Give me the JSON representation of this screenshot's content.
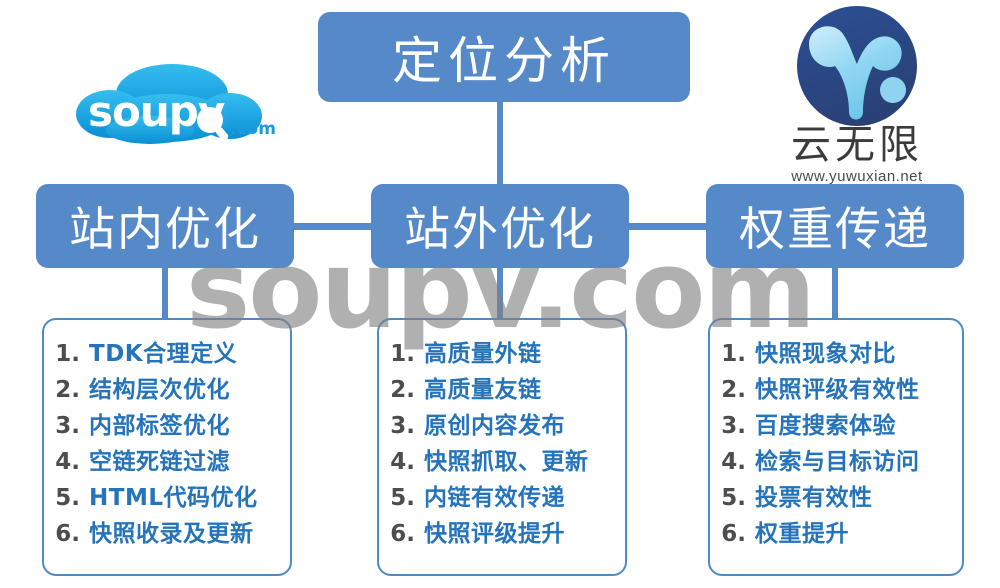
{
  "page": {
    "watermark_text": "soupv.com",
    "background_color": "#ffffff",
    "accent_blue": "#5589c8",
    "list_text_blue": "#2574bb",
    "list_number_gray": "#4d4d4d"
  },
  "logos": {
    "left": {
      "name": "soupv-cloud-logo",
      "wordmark": "soupv",
      "suffix": ".com",
      "icon": "magnifier-icon",
      "shape": "cloud",
      "color": "#29a8e0"
    },
    "right": {
      "name": "yuwuxian-logo",
      "mark": "y-circle-icon",
      "title": "云无限",
      "url": "www.yuwuxian.net",
      "circle_color": "#2e4f8e",
      "y_color": "#9fdcf5"
    }
  },
  "diagram": {
    "root": {
      "label": "定位分析"
    },
    "branches": [
      {
        "id": "on-site",
        "label": "站内优化",
        "items": [
          {
            "num": "1.",
            "text": "TDK合理定义"
          },
          {
            "num": "2.",
            "text": "结构层次优化"
          },
          {
            "num": "3.",
            "text": "内部标签优化"
          },
          {
            "num": "4.",
            "text": "空链死链过滤"
          },
          {
            "num": "5.",
            "text": "HTML代码优化"
          },
          {
            "num": "6.",
            "text": "快照收录及更新"
          }
        ]
      },
      {
        "id": "off-site",
        "label": "站外优化",
        "items": [
          {
            "num": "1.",
            "text": "高质量外链"
          },
          {
            "num": "2.",
            "text": "高质量友链"
          },
          {
            "num": "3.",
            "text": "原创内容发布"
          },
          {
            "num": "4.",
            "text": "快照抓取、更新"
          },
          {
            "num": "5.",
            "text": "内链有效传递"
          },
          {
            "num": "6.",
            "text": "快照评级提升"
          }
        ]
      },
      {
        "id": "weight-transfer",
        "label": "权重传递",
        "items": [
          {
            "num": "1.",
            "text": "快照现象对比"
          },
          {
            "num": "2.",
            "text": "快照评级有效性"
          },
          {
            "num": "3.",
            "text": "百度搜索体验"
          },
          {
            "num": "4.",
            "text": "检索与目标访问"
          },
          {
            "num": "5.",
            "text": "投票有效性"
          },
          {
            "num": "6.",
            "text": "权重提升"
          }
        ]
      }
    ]
  }
}
